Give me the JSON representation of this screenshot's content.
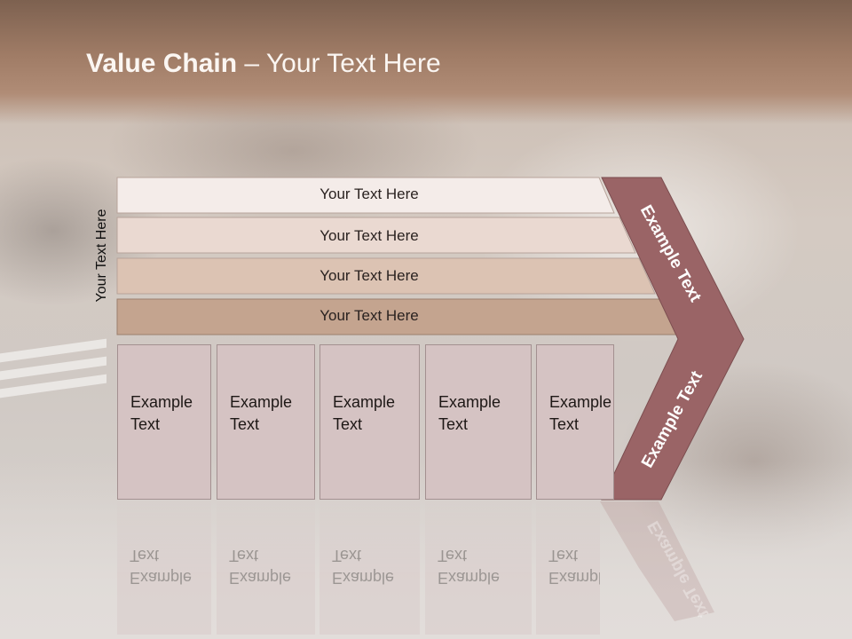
{
  "slide": {
    "title_bold": "Value Chain",
    "title_rest": " – Your Text Here",
    "side_label": "Your Text Here"
  },
  "bars": [
    {
      "label": "Your Text Here",
      "color": "#f4ece9"
    },
    {
      "label": "Your Text Here",
      "color": "#ead9d1"
    },
    {
      "label": "Your Text Here",
      "color": "#dcc3b3"
    },
    {
      "label": "Your Text Here",
      "color": "#c4a48f"
    }
  ],
  "boxes": [
    {
      "line1": "Example",
      "line2": "Text"
    },
    {
      "line1": "Example",
      "line2": "Text"
    },
    {
      "line1": "Example",
      "line2": "Text"
    },
    {
      "line1": "Example",
      "line2": "Text"
    },
    {
      "line1": "Example",
      "line2": "Text"
    }
  ],
  "chevron": {
    "upper_text": "Example Text",
    "lower_text": "Example Text",
    "color": "#9a6466"
  }
}
